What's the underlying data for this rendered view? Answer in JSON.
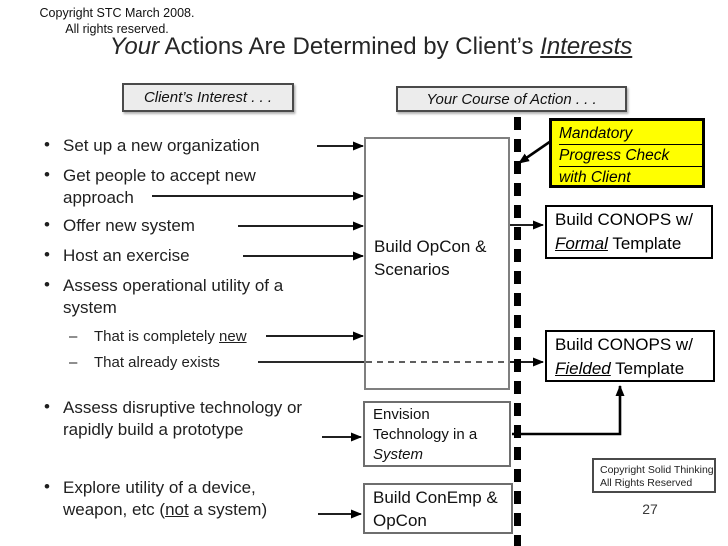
{
  "meta_copyright": {
    "line1": "Copyright STC March 2008.",
    "line2": "All rights reserved."
  },
  "title": {
    "italic_lead": "Your",
    "main": " Actions Are Determined by Client’s ",
    "italic_underline_tail": "Interests"
  },
  "column_headers": {
    "client_interest": "Client’s Interest . . .",
    "course_of_action": "Your Course of Action . . ."
  },
  "client_interests": {
    "b1": {
      "line1": "Set up a new organization"
    },
    "b2": {
      "line1": "Get people to accept new",
      "line2": "approach"
    },
    "b3": {
      "line1": "Offer new system"
    },
    "b4": {
      "line1": "Host an exercise"
    },
    "b5": {
      "line1": "Assess operational utility of a",
      "line2": "system"
    },
    "b6": {
      "pre": "That is completely ",
      "underlined": "new"
    },
    "b7": {
      "line1": "That already exists"
    },
    "b8": {
      "line1": "Assess disruptive technology or",
      "line2": "rapidly build a prototype"
    },
    "b9": {
      "line1": "Explore utility of a device,",
      "line2_pre": "weapon, etc (",
      "line2_underlined": "not",
      "line2_post": " a system)"
    }
  },
  "actions": {
    "opcon_box": {
      "line1": "Build OpCon &",
      "line2": "Scenarios"
    },
    "mandatory_box": {
      "line1": "Mandatory",
      "line2": "Progress Check",
      "line3": "with Client"
    },
    "conops_formal_box": {
      "line1": "Build CONOPS w/",
      "emphasis": "Formal",
      "rest": " Template"
    },
    "conops_fielded_box": {
      "line1": "Build CONOPS w/",
      "emphasis": "Fielded",
      "rest": " Template"
    },
    "envision_box": {
      "line1": "Envision",
      "line2": "Technology in a",
      "line3": "System"
    },
    "conemp_box": {
      "line1": "Build ConEmp &",
      "line2": "OpCon"
    }
  },
  "footer": {
    "copyright_line1": "Copyright Solid Thinking",
    "copyright_line2": "All Rights Reserved",
    "page_number": "27"
  },
  "colors": {
    "highlight_yellow": "#ffff00",
    "gray_box_border": "#7f7f7f",
    "header_fill": "#ececec",
    "line_black": "#000000"
  }
}
